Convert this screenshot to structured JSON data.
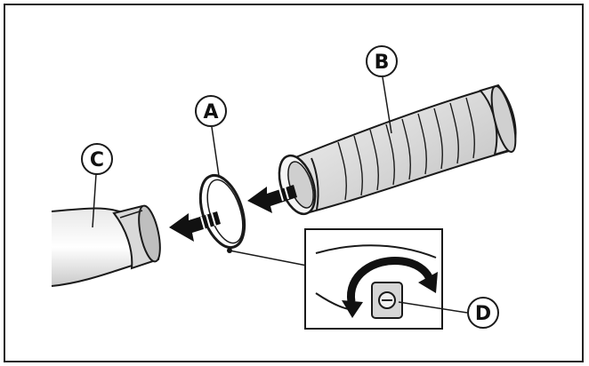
{
  "labels": {
    "a": "A",
    "b": "B",
    "c": "C",
    "d": "D"
  },
  "colors": {
    "line": "#1a1a1a",
    "shade": "#cfcfcf",
    "arrow": "#111111",
    "background": "#ffffff"
  }
}
